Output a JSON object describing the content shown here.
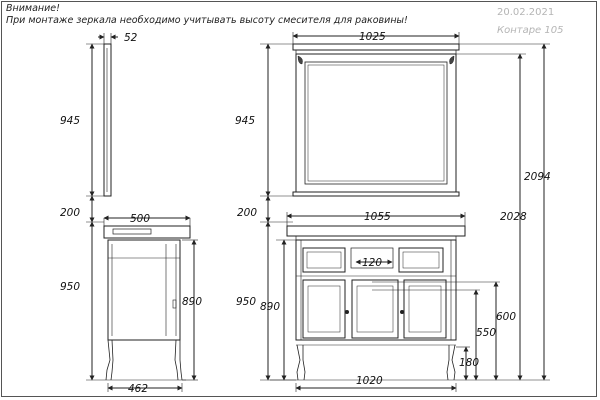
{
  "header": {
    "warning_title": "Внимание!",
    "warning_text": "При монтаже зеркала необходимо учитывать высоту смесителя для раковины!",
    "date": "20.02.2021",
    "model": "Контарe 105"
  },
  "dimensions": {
    "mirror_depth": "52",
    "mirror_height_side": "945",
    "mirror_height_front": "945",
    "mirror_width": "1025",
    "total_height_2094": "2094",
    "height_2028": "2028",
    "gap_side": "200",
    "gap_front": "200",
    "cabinet_depth": "500",
    "cabinet_height_side": "950",
    "body_height_side": "890",
    "base_depth": "462",
    "cabinet_width_top": "1055",
    "cabinet_height_front": "950",
    "body_height_front": "890",
    "drawer_gap": "120",
    "dim_600": "600",
    "dim_550": "550",
    "leg_height": "180",
    "base_width": "1020"
  },
  "colors": {
    "line": "#222222",
    "accent_stamp": "#b5b5b5"
  }
}
